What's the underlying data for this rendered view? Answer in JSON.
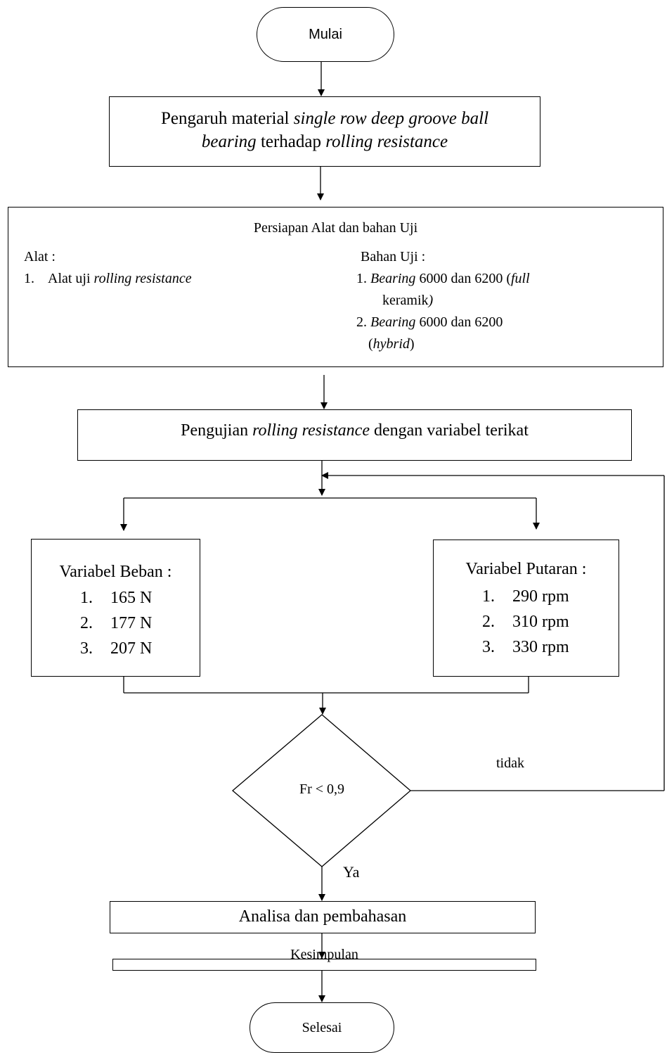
{
  "nodes": {
    "start": "Mulai",
    "topic": {
      "line1_a": "Pengaruh material ",
      "line1_b": "single row deep groove ball",
      "line2_a": "bearing",
      "line2_b": " terhadap ",
      "line2_c": "rolling resistance"
    },
    "prep": {
      "title": "Persiapan Alat dan bahan Uji",
      "tools_label": "Alat :",
      "tool_1_num": "1.",
      "tool_1_a": "Alat uji ",
      "tool_1_b": "rolling resistance",
      "materials_label": "Bahan Uji :",
      "mat_1_num": "1. ",
      "mat_1_a": "Bearing",
      "mat_1_b": " 6000 dan 6200 (",
      "mat_1_c": "full",
      "mat_1_d": "keramik",
      "mat_1_e": ")",
      "mat_2_num": "2. ",
      "mat_2_a": "Bearing",
      "mat_2_b": " 6000 dan 6200",
      "mat_2_c": "(",
      "mat_2_d": "hybrid",
      "mat_2_e": ")"
    },
    "test": {
      "a": "Pengujian ",
      "b": "rolling resistance",
      "c": " dengan variabel terikat"
    },
    "load": {
      "title": "Variabel Beban :",
      "items": [
        {
          "num": "1.",
          "value": "165 N"
        },
        {
          "num": "2.",
          "value": "177 N"
        },
        {
          "num": "3.",
          "value": "207 N"
        }
      ]
    },
    "speed": {
      "title": "Variabel Putaran :",
      "items": [
        {
          "num": "1.",
          "value": "290 rpm"
        },
        {
          "num": "2.",
          "value": "310 rpm"
        },
        {
          "num": "3.",
          "value": "330 rpm"
        }
      ]
    },
    "decision": "Fr < 0,9",
    "no_label": "tidak",
    "yes_label": "Ya",
    "analysis": "Analisa dan pembahasan",
    "conclusion": "Kesimpulan",
    "end": "Selesai"
  }
}
